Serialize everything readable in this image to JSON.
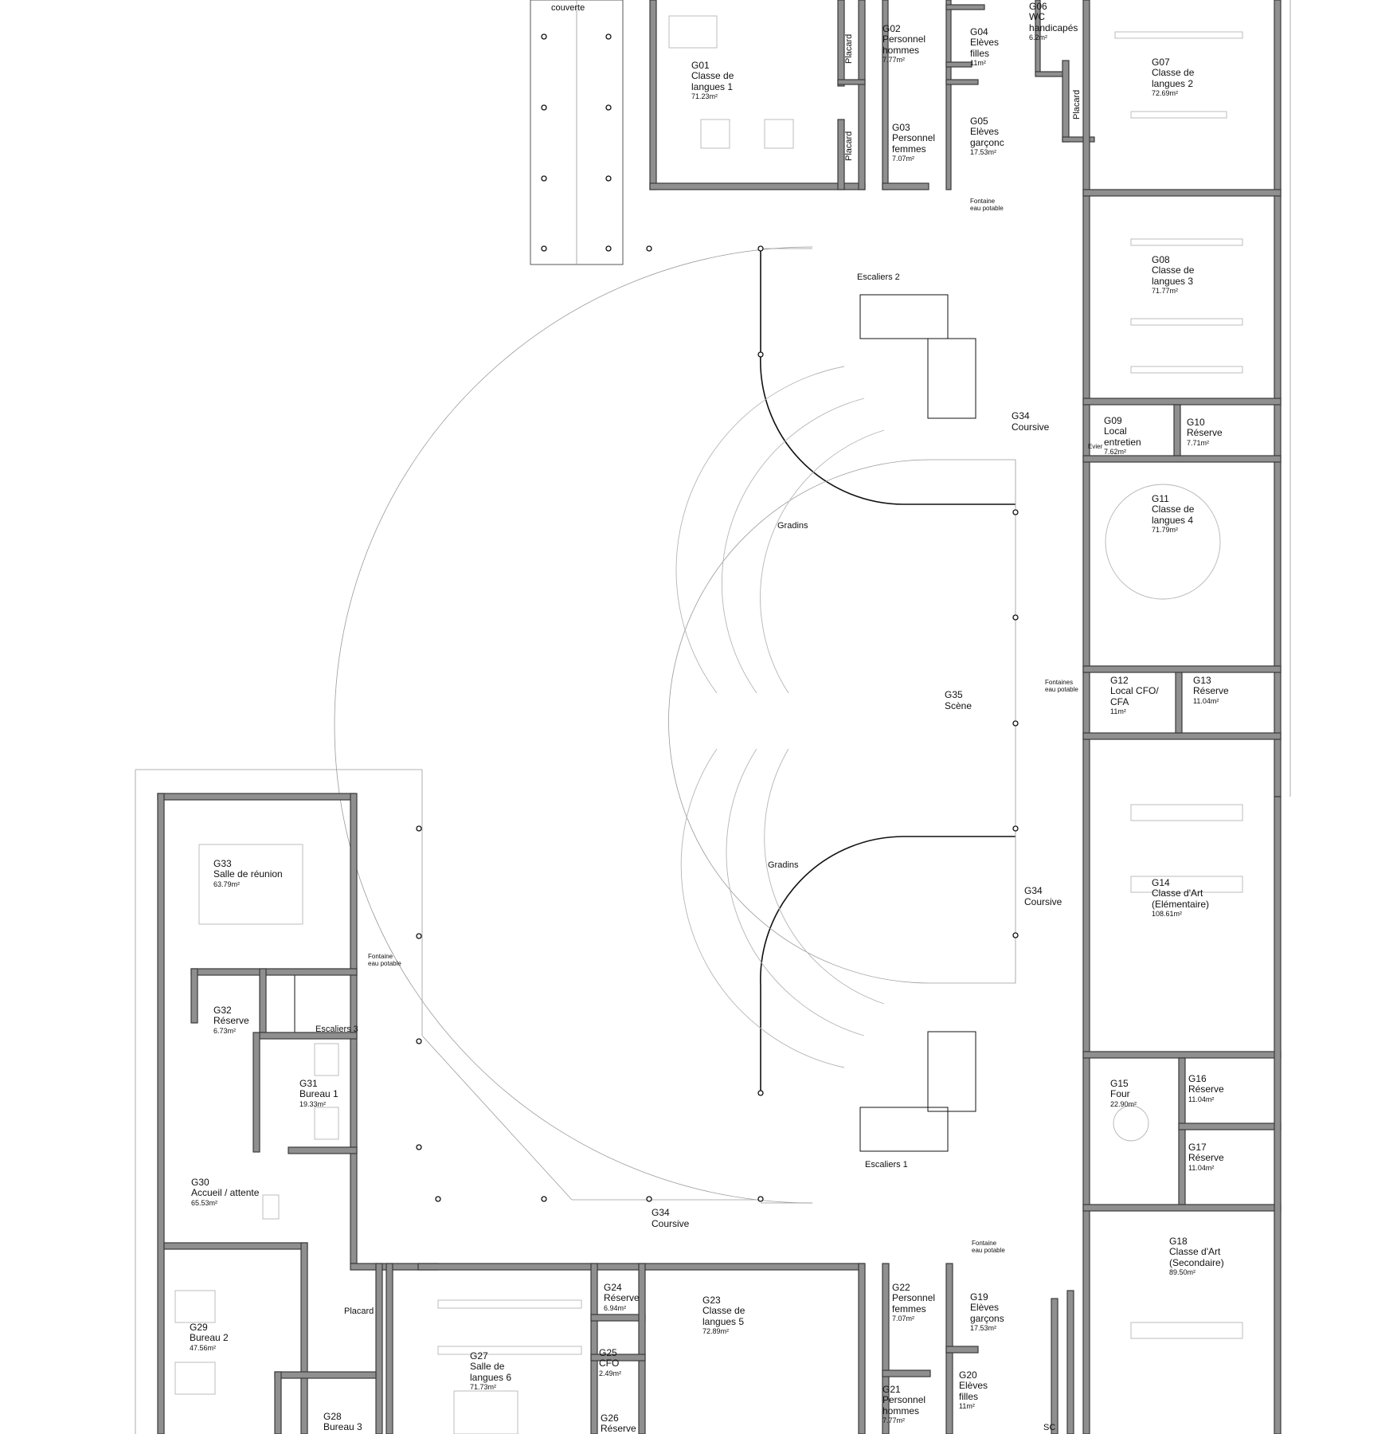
{
  "rooms": [
    {
      "code": "G01",
      "name": "Classe de\nlangues 1",
      "area": "71.23m²"
    },
    {
      "code": "G02",
      "name": "Personnel\nhommes",
      "area": "7.77m²"
    },
    {
      "code": "G03",
      "name": "Personnel\nfemmes",
      "area": "7.07m²"
    },
    {
      "code": "G04",
      "name": "Elèves\nfilles",
      "area": "11m²"
    },
    {
      "code": "G05",
      "name": "Elèves\ngarçonc",
      "area": "17.53m²"
    },
    {
      "code": "G06",
      "name": "WC\nhandicapés",
      "area": "6.2m²"
    },
    {
      "code": "G07",
      "name": "Classe de\nlangues 2",
      "area": "72.69m²"
    },
    {
      "code": "G08",
      "name": "Classe de\nlangues 3",
      "area": "71.77m²"
    },
    {
      "code": "G09",
      "name": "Local\nentretien",
      "area": "7.62m²"
    },
    {
      "code": "G10",
      "name": "Réserve",
      "area": "7.71m²"
    },
    {
      "code": "G11",
      "name": "Classe de\nlangues 4",
      "area": "71.79m²"
    },
    {
      "code": "G12",
      "name": "Local CFO/\nCFA",
      "area": "11m²"
    },
    {
      "code": "G13",
      "name": "Réserve",
      "area": "11.04m²"
    },
    {
      "code": "G14",
      "name": "Classe d'Art\n(Elémentaire)",
      "area": "108.61m²"
    },
    {
      "code": "G15",
      "name": "Four",
      "area": "22.90m²"
    },
    {
      "code": "G16",
      "name": "Réserve",
      "area": "11.04m²"
    },
    {
      "code": "G17",
      "name": "Réserve",
      "area": "11.04m²"
    },
    {
      "code": "G18",
      "name": "Classe d'Art\n(Secondaire)",
      "area": "89.50m²"
    },
    {
      "code": "G19",
      "name": "Elèves\ngarçons",
      "area": "17.53m²"
    },
    {
      "code": "G20",
      "name": "Elèves\nfilles",
      "area": "11m²"
    },
    {
      "code": "G21",
      "name": "Personnel\nhommes",
      "area": "7.77m²"
    },
    {
      "code": "G22",
      "name": "Personnel\nfemmes",
      "area": "7.07m²"
    },
    {
      "code": "G23",
      "name": "Classe de\nlangues 5",
      "area": "72.89m²"
    },
    {
      "code": "G24",
      "name": "Réserve",
      "area": "6.94m²"
    },
    {
      "code": "G25",
      "name": "CFO",
      "area": "2.49m²"
    },
    {
      "code": "G26",
      "name": "Réserve",
      "area": ""
    },
    {
      "code": "G27",
      "name": "Salle de\nlangues 6",
      "area": "71.73m²"
    },
    {
      "code": "G28",
      "name": "Bureau 3",
      "area": ""
    },
    {
      "code": "G29",
      "name": "Bureau 2",
      "area": "47.56m²"
    },
    {
      "code": "G30",
      "name": "Accueil / attente",
      "area": "65.53m²"
    },
    {
      "code": "G31",
      "name": "Bureau 1",
      "area": "19.33m²"
    },
    {
      "code": "G32",
      "name": "Réserve",
      "area": "6.73m²"
    },
    {
      "code": "G33",
      "name": "Salle de réunion",
      "area": "63.79m²"
    }
  ],
  "corridors": [
    {
      "code": "G34",
      "name": "Coursive"
    },
    {
      "code": "G34",
      "name": "Coursive"
    },
    {
      "code": "G34",
      "name": "Coursive"
    }
  ],
  "stage": {
    "code": "G35",
    "name": "Scène"
  },
  "gradins": [
    "Gradins",
    "Gradins"
  ],
  "stairs": [
    "Escaliers 2",
    "Escaliers 1",
    "Escaliers 3"
  ],
  "placards": [
    "Placard",
    "Placard",
    "Placard",
    "Placard"
  ],
  "fountains": [
    "Fontaine\neau potable",
    "Fontaines\neau potable",
    "Fontaine\neau potable",
    "Fontaine\neau potable"
  ],
  "covered_area": "couverte",
  "evier": "Evier",
  "asc": "SC"
}
